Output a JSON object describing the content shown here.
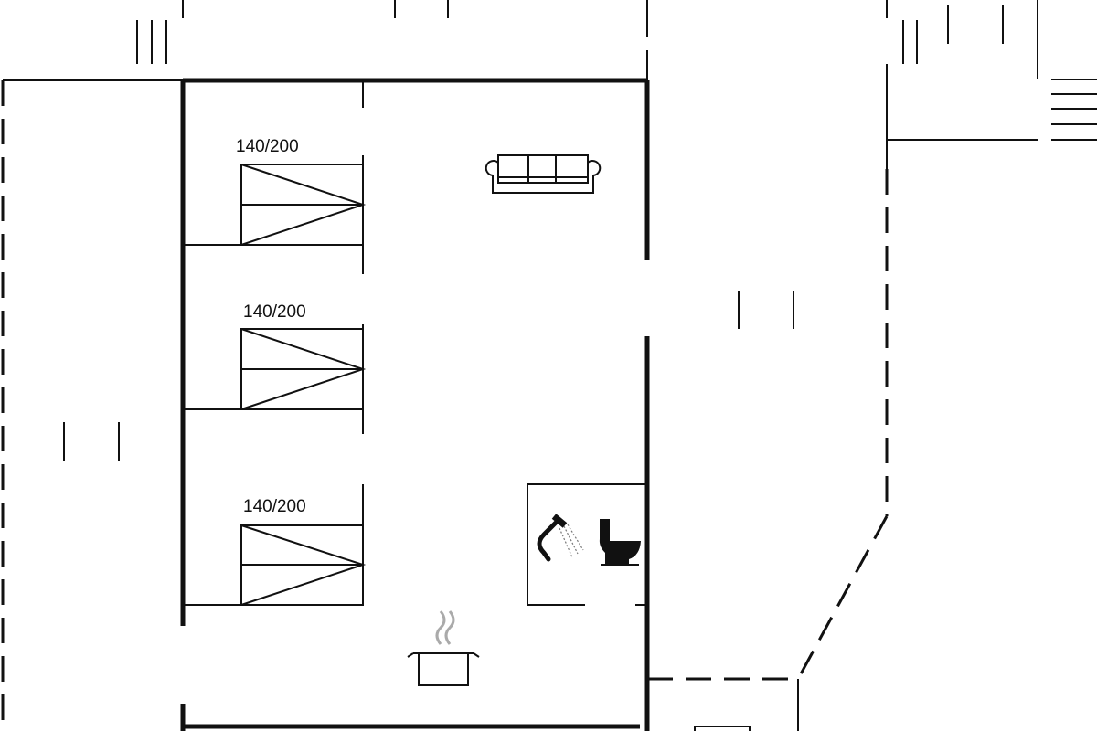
{
  "floor_plan": {
    "beds": [
      {
        "size_label": "140/200"
      },
      {
        "size_label": "140/200"
      },
      {
        "size_label": "140/200"
      }
    ],
    "icons": [
      "sofa-icon",
      "shower-icon",
      "toilet-icon",
      "cooking-pot-icon",
      "stairs-icon"
    ],
    "line_color": "#111111",
    "background": "#ffffff"
  }
}
